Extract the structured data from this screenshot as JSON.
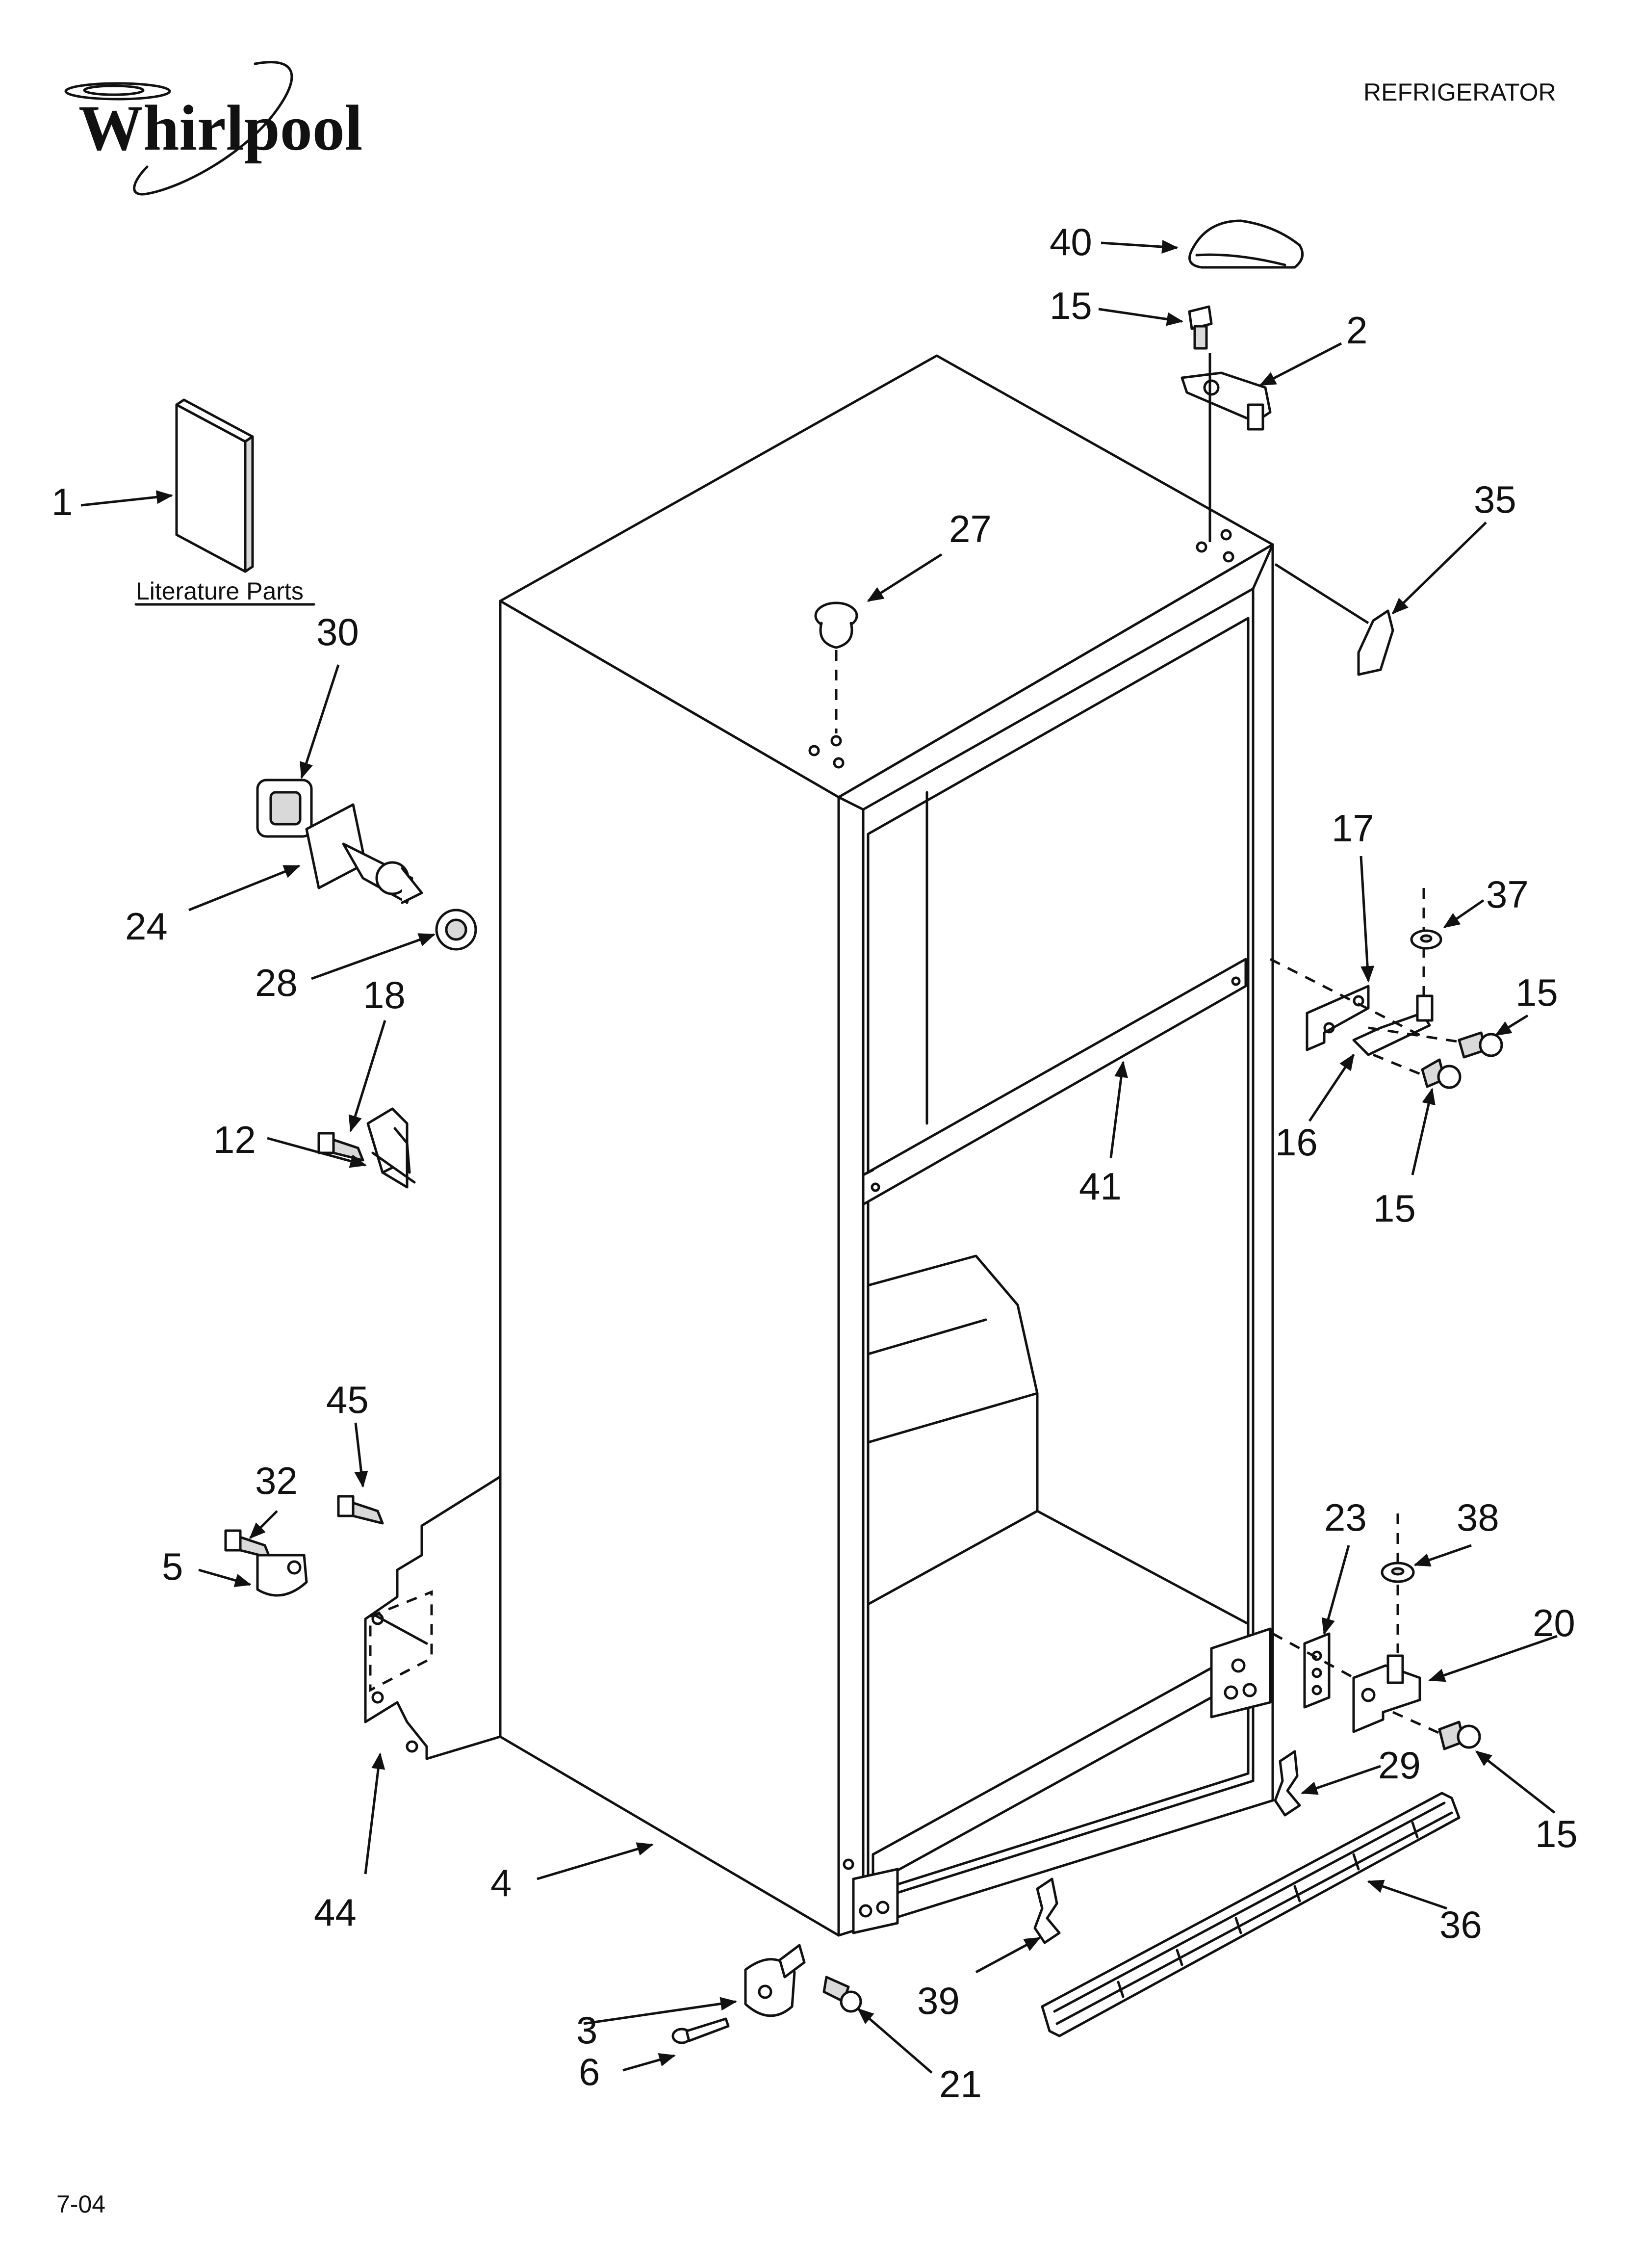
{
  "header": {
    "brand": "Whirlpool",
    "title": "REFRIGERATOR"
  },
  "footer": {
    "code": "7-04"
  },
  "literature": {
    "label": "Literature Parts"
  },
  "callouts": [
    {
      "id": "c1",
      "text": "1"
    },
    {
      "id": "c2",
      "text": "2"
    },
    {
      "id": "c3",
      "text": "3"
    },
    {
      "id": "c4",
      "text": "4"
    },
    {
      "id": "c5",
      "text": "5"
    },
    {
      "id": "c6",
      "text": "6"
    },
    {
      "id": "c12",
      "text": "12"
    },
    {
      "id": "c15a",
      "text": "15"
    },
    {
      "id": "c15b",
      "text": "15"
    },
    {
      "id": "c15c",
      "text": "15"
    },
    {
      "id": "c15d",
      "text": "15"
    },
    {
      "id": "c16",
      "text": "16"
    },
    {
      "id": "c17",
      "text": "17"
    },
    {
      "id": "c18",
      "text": "18"
    },
    {
      "id": "c20",
      "text": "20"
    },
    {
      "id": "c21",
      "text": "21"
    },
    {
      "id": "c23",
      "text": "23"
    },
    {
      "id": "c24",
      "text": "24"
    },
    {
      "id": "c27",
      "text": "27"
    },
    {
      "id": "c28",
      "text": "28"
    },
    {
      "id": "c29",
      "text": "29"
    },
    {
      "id": "c30",
      "text": "30"
    },
    {
      "id": "c32",
      "text": "32"
    },
    {
      "id": "c35",
      "text": "35"
    },
    {
      "id": "c36",
      "text": "36"
    },
    {
      "id": "c37",
      "text": "37"
    },
    {
      "id": "c38",
      "text": "38"
    },
    {
      "id": "c39",
      "text": "39"
    },
    {
      "id": "c40",
      "text": "40"
    },
    {
      "id": "c41",
      "text": "41"
    },
    {
      "id": "c44",
      "text": "44"
    },
    {
      "id": "c45",
      "text": "45"
    }
  ]
}
